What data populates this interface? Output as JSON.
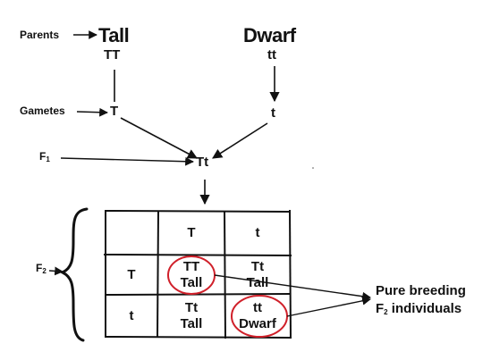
{
  "labels": {
    "parents": "Parents",
    "gametes": "Gametes",
    "f1": "F",
    "f1_sub": "1",
    "f2": "F",
    "f2_sub": "2"
  },
  "parent_left": {
    "phenotype": "Tall",
    "genotype": "TT",
    "gamete": "T"
  },
  "parent_right": {
    "phenotype": "Dwarf",
    "genotype": "tt",
    "gamete": "t"
  },
  "f1_genotype": "Tt",
  "punnett": {
    "col_headers": [
      "T",
      "t"
    ],
    "row_headers": [
      "T",
      "t"
    ],
    "cells": [
      [
        {
          "genotype": "TT",
          "phenotype": "Tall"
        },
        {
          "genotype": "Tt",
          "phenotype": "Tall"
        }
      ],
      [
        {
          "genotype": "Tt",
          "phenotype": "Tall"
        },
        {
          "genotype": "tt",
          "phenotype": "Dwarf"
        }
      ]
    ]
  },
  "note": {
    "line1": "Pure breeding",
    "line2_prefix": "F",
    "line2_sub": "2",
    "line2_suffix": " individuals"
  },
  "colors": {
    "ink": "#111111",
    "highlight": "#d0202a"
  }
}
